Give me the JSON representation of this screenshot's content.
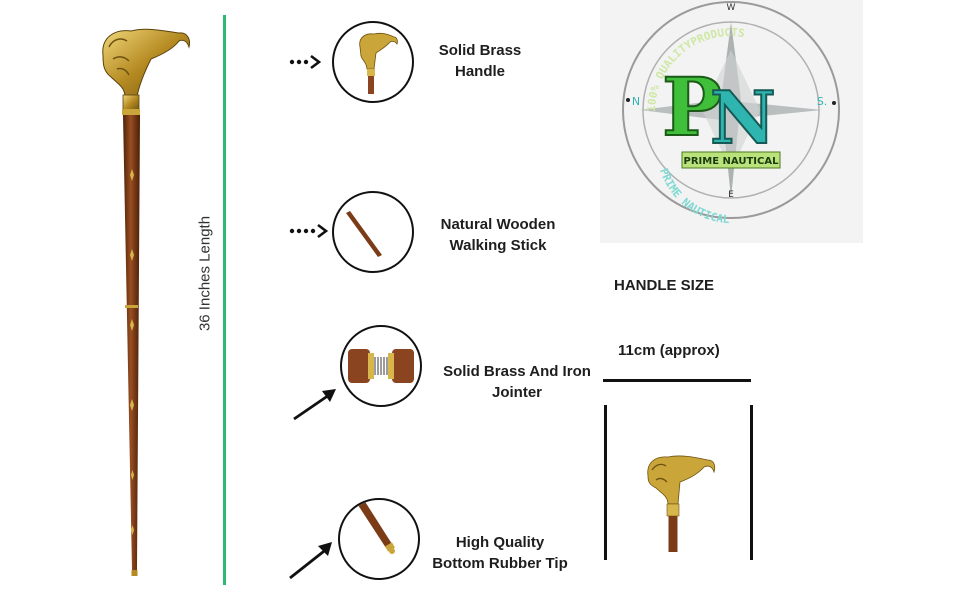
{
  "colors": {
    "accent_line": "#2fb872",
    "brass": "#c9a53a",
    "wood": "#7a3b16",
    "logo_green": "#3fbf3a",
    "logo_teal": "#2fb5b0"
  },
  "length_label": "36 Inches Length",
  "features": [
    {
      "line1": "Solid Brass",
      "line2": "Handle",
      "icon": "brass-handle-icon"
    },
    {
      "line1": "Natural Wooden",
      "line2": "Walking Stick",
      "icon": "wooden-stick-icon"
    },
    {
      "line1": "Solid Brass And Iron",
      "line2": "Jointer",
      "icon": "jointer-icon"
    },
    {
      "line1": "High Quality",
      "line2": "Bottom Rubber Tip",
      "icon": "rubber-tip-icon"
    }
  ],
  "logo": {
    "monogram": "PN",
    "ring_top": "100% QUALITYPRODUCTS",
    "ribbon": "PRIME NAUTICAL",
    "ring_bottom": "PRIME NAUTICAL",
    "north": "W",
    "south": "E",
    "west": "N",
    "east": "S."
  },
  "handle_size": {
    "title": "HANDLE SIZE",
    "value": "11cm (approx)"
  }
}
